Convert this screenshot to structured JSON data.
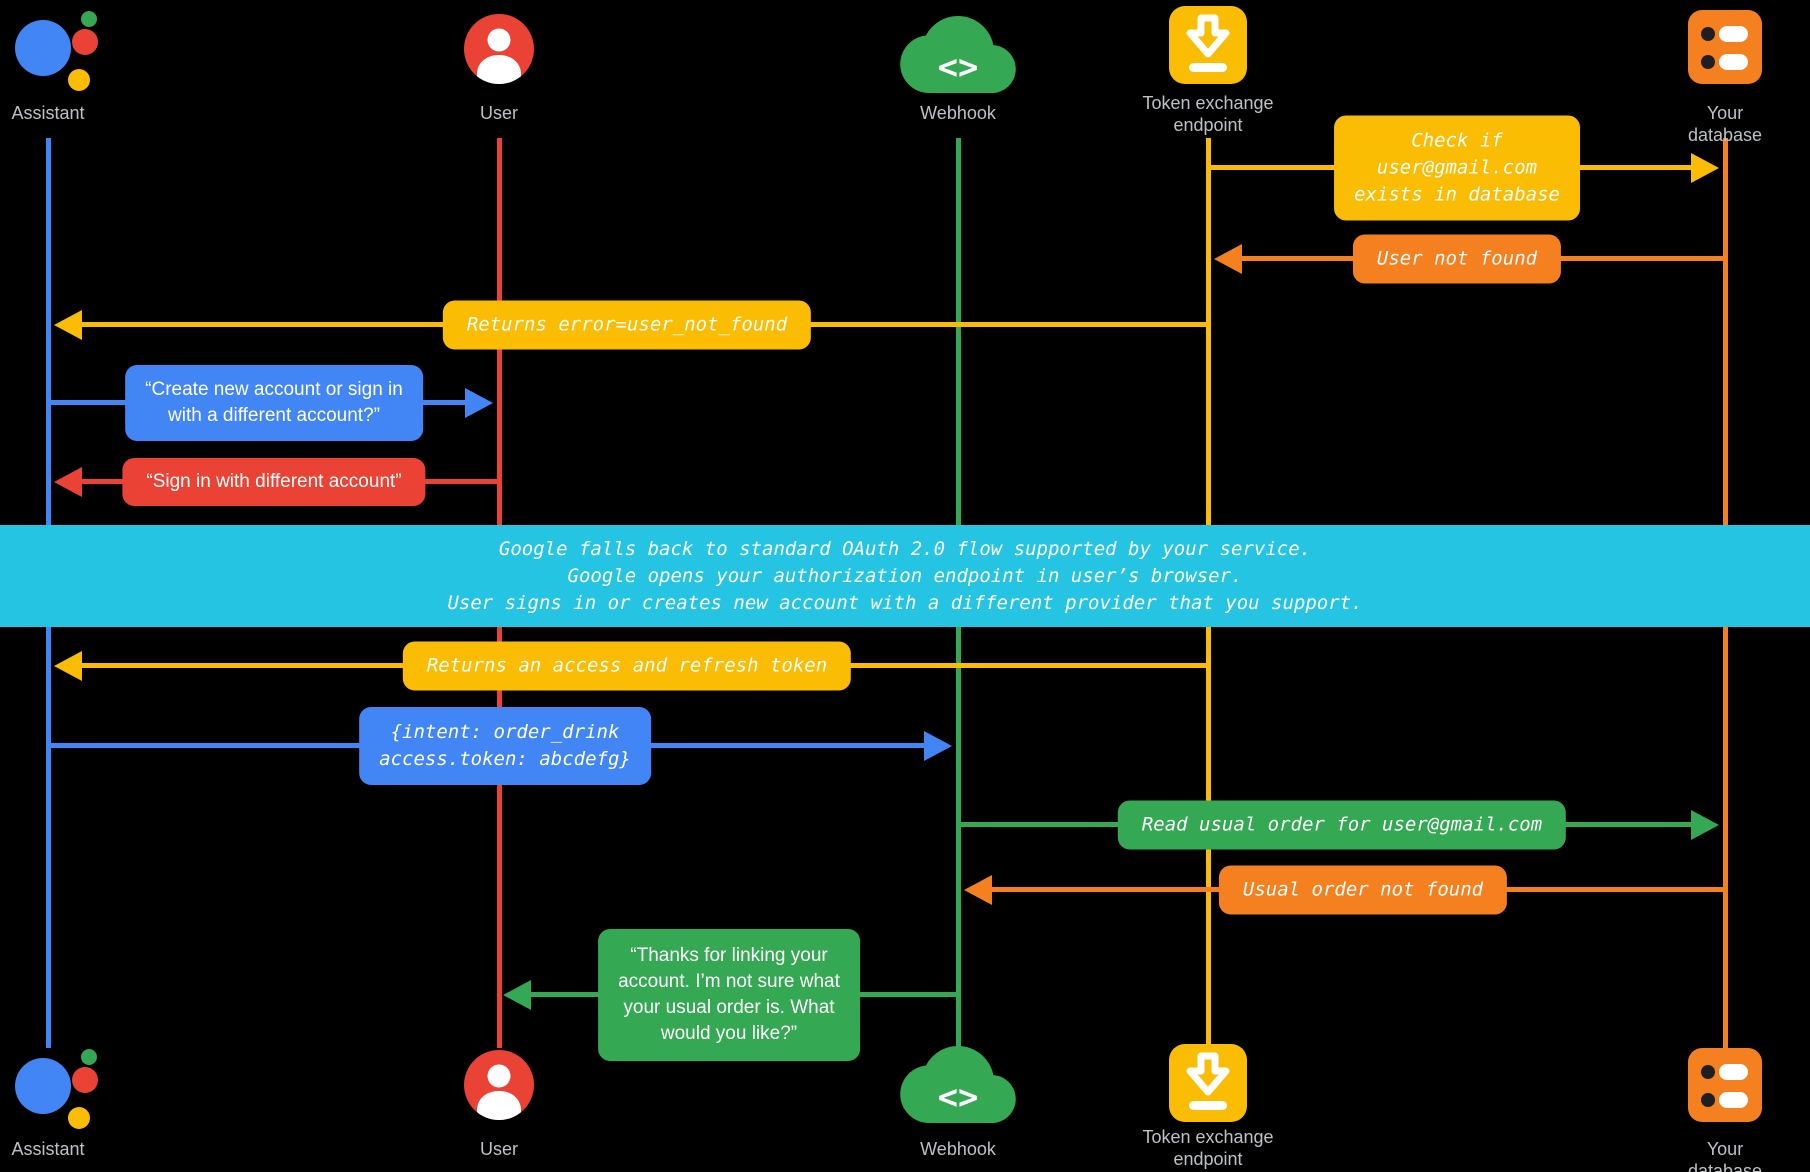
{
  "lanes": {
    "assistant": {
      "label": "Assistant"
    },
    "user": {
      "label": "User"
    },
    "webhook": {
      "label": "Webhook"
    },
    "token": {
      "label": "Token exchange\nendpoint"
    },
    "database": {
      "label": "Your database"
    }
  },
  "icons": {
    "assistant": "google-assistant-logo",
    "user": "person-icon",
    "webhook": "cloud-code-icon",
    "token": "download-box-icon",
    "database": "storage-icon"
  },
  "messages": {
    "check_exists": {
      "label": "Check if\nuser@gmail.com\nexists in database"
    },
    "user_not_found": {
      "label": "User not found"
    },
    "returns_error": {
      "label": "Returns error=user_not_found"
    },
    "create_or_signin": {
      "label": "“Create new account or sign in\nwith a different account?”"
    },
    "signin_different": {
      "label": "“Sign in with different account”"
    },
    "returns_tokens": {
      "label": "Returns an access and refresh token"
    },
    "intent_payload": {
      "label": "{intent: order_drink\naccess.token: abcdefg}"
    },
    "read_usual_order": {
      "label": "Read usual order for user@gmail.com"
    },
    "usual_order_not_found": {
      "label": "Usual order not found"
    },
    "thanks_linking": {
      "label": "“Thanks for linking your\naccount. I’m not sure what\nyour usual order is. What\nwould you like?”"
    }
  },
  "note": {
    "text": "Google falls back to standard OAuth 2.0 flow supported by your service.\nGoogle opens your authorization endpoint in user’s browser.\nUser signs in or creates new account with a different provider that you support."
  },
  "colors": {
    "blue": "#4285F4",
    "red": "#EA4335",
    "green": "#34A853",
    "yellow": "#FBBC04",
    "orange": "#F4801F",
    "cyan": "#26C4E3",
    "background": "#000000"
  }
}
